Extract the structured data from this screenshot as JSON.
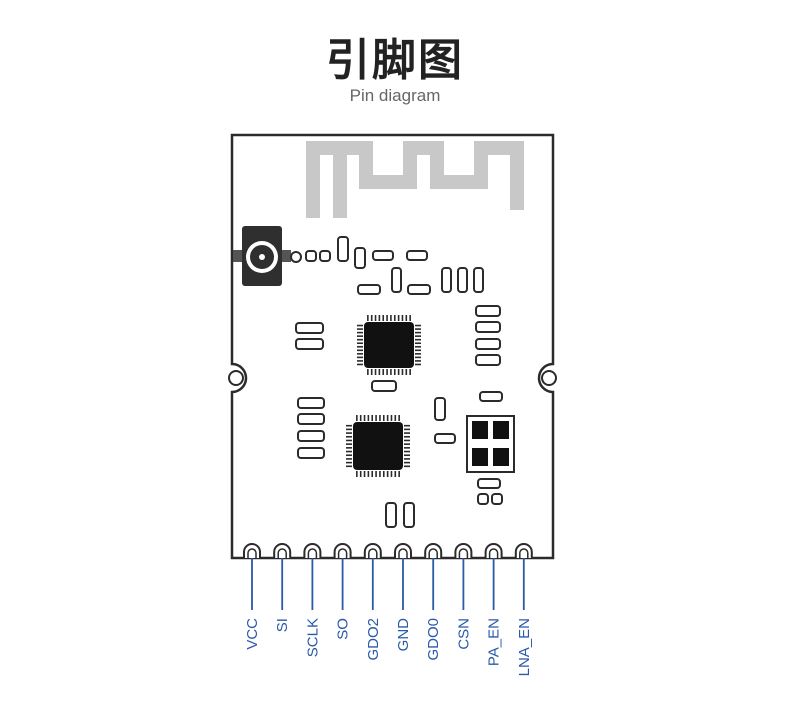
{
  "header": {
    "title": "引脚图",
    "subtitle": "Pin diagram"
  },
  "colors": {
    "outline": "#2b2b2b",
    "antenna": "#c8c8c8",
    "chip": "#111111",
    "pin_line": "#2a5aa8",
    "pin_label": "#2a5aa8"
  },
  "pins": [
    "VCC",
    "SI",
    "SCLK",
    "SO",
    "GDO2",
    "GND",
    "GDO0",
    "CSN",
    "PA_EN",
    "LNA_EN"
  ]
}
